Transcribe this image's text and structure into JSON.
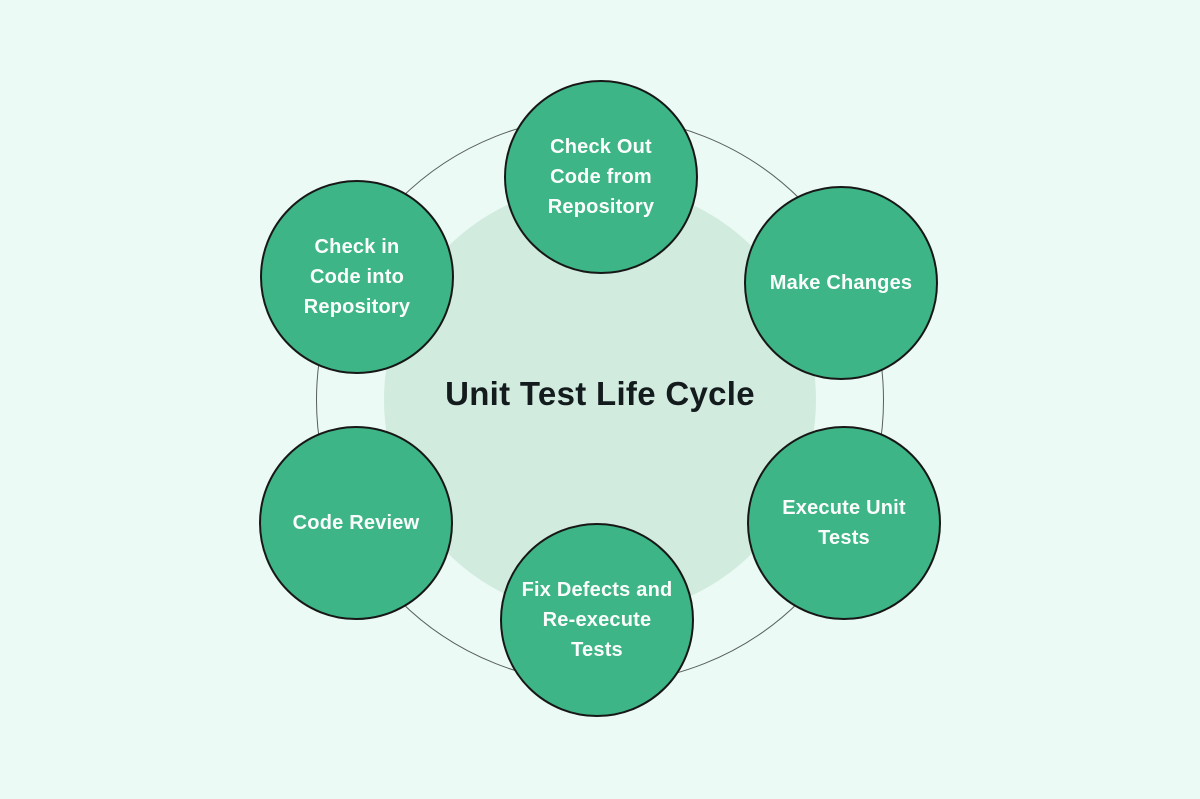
{
  "diagram": {
    "type": "cycle",
    "center_label": "Unit Test Life Cycle",
    "colors": {
      "background": "#ebfaf4",
      "inner_circle_fill": "#d1ebde",
      "ring_stroke": "#575f5b",
      "node_fill": "#3db586",
      "node_border": "#171717",
      "node_text": "#fbfdfc",
      "title_color": "#141b1d"
    },
    "nodes": [
      {
        "id": "check-out-code",
        "position": "top",
        "label": "Check Out\nCode from\nRepository"
      },
      {
        "id": "make-changes",
        "position": "top-right",
        "label": "Make Changes"
      },
      {
        "id": "execute-unit-tests",
        "position": "bottom-right",
        "label": "Execute Unit\nTests"
      },
      {
        "id": "fix-defects",
        "position": "bottom",
        "label": "Fix Defects and\nRe-execute\nTests"
      },
      {
        "id": "code-review",
        "position": "bottom-left",
        "label": "Code Review"
      },
      {
        "id": "check-in-code",
        "position": "top-left",
        "label": "Check in\nCode into\nRepository"
      }
    ]
  }
}
